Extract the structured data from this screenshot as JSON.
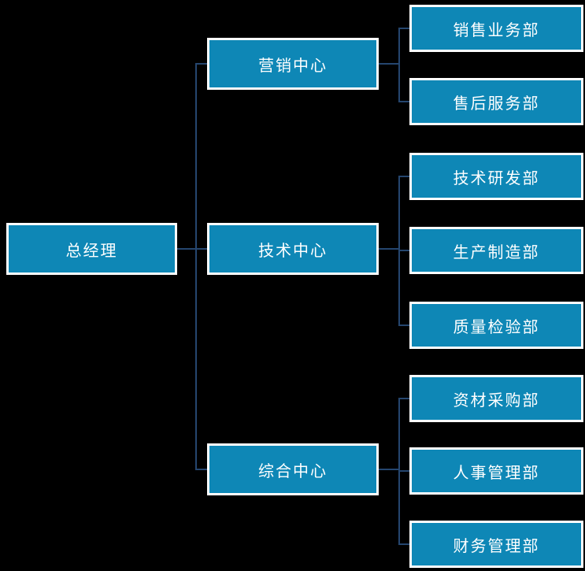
{
  "diagram": {
    "type": "org-chart",
    "theme": {
      "background": "#000000",
      "node_fill": "#0e87b6",
      "node_border": "#ffffff",
      "connector_color": "#25466f",
      "text_color": "#ffffff"
    },
    "root": {
      "label": "总经理"
    },
    "centers": [
      {
        "label": "营销中心",
        "children": [
          {
            "label": "销售业务部"
          },
          {
            "label": "售后服务部"
          }
        ]
      },
      {
        "label": "技术中心",
        "children": [
          {
            "label": "技术研发部"
          },
          {
            "label": "生产制造部"
          },
          {
            "label": "质量检验部"
          }
        ]
      },
      {
        "label": "综合中心",
        "children": [
          {
            "label": "资材采购部"
          },
          {
            "label": "人事管理部"
          },
          {
            "label": "财务管理部"
          }
        ]
      }
    ]
  }
}
